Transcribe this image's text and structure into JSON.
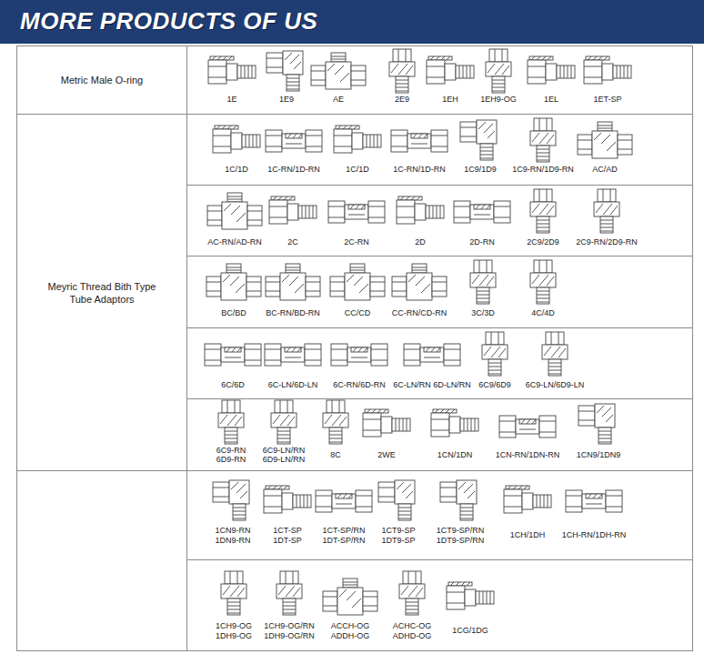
{
  "diagram": {
    "title": "MORE PRODUCTS OF US",
    "nodes": [
      {
        "text": [
          "Metric Male O-ring"
        ]
      },
      {
        "text": [
          "Meyric Thread Bith Type Tube Adaptors"
        ]
      }
    ],
    "labels": [
      "1E",
      "1E9",
      "AE",
      "2E9",
      "1EH",
      "1EH9-OG",
      "1EL",
      "1ET-SP",
      "1C/1D",
      "1C-RN/1D-RN",
      "1C/1D",
      "1C-RN/1D-RN",
      "1C9/1D9",
      "1C9-RN/1D9-RN",
      "AC/AD",
      "AC-RN/AD-RN",
      "2C",
      "2C-RN",
      "2D",
      "2D-RN",
      "2C9/2D9",
      "2C9-RN/2D9-RN",
      "BC/BD",
      "BC-RN/BD-RN",
      "CC/CD",
      "CC-RN/CD-RN",
      "3C/3D",
      "4C/4D",
      "6C/6D",
      "6C-LN/6D-LN",
      "6C-RN/6D-RN",
      "6C-LN/RN 6D-LN/RN",
      "6C9/6D9",
      "6C9-LN/6D9-LN",
      "6C9-RN",
      "6D9-RN",
      "6C9-LN/RN",
      "6D9-LN/RN",
      "8C",
      "2WE",
      "1CN/1DN",
      "1CN-RN/1DN-RN",
      "1CN9/1DN9",
      "1CN9-RN",
      "1DN9-RN",
      "1CT-SP",
      "1DT-SP",
      "1CT-SP/RN",
      "1DT-SP/RN",
      "1CT9-SP",
      "1DT9-SP",
      "1CT9-SP/RN",
      "1DT9-SP/RN",
      "1CH/1DH",
      "1CH-RN/1DH-RN",
      "1CH9-OG",
      "1DH9-OG",
      "1CH9-OG/RN",
      "1DH9-OG/RN",
      "ACCH-OG",
      "ADDH-OG",
      "ACHC-OG",
      "ADHD-OG",
      "1CG/1DG"
    ]
  }
}
